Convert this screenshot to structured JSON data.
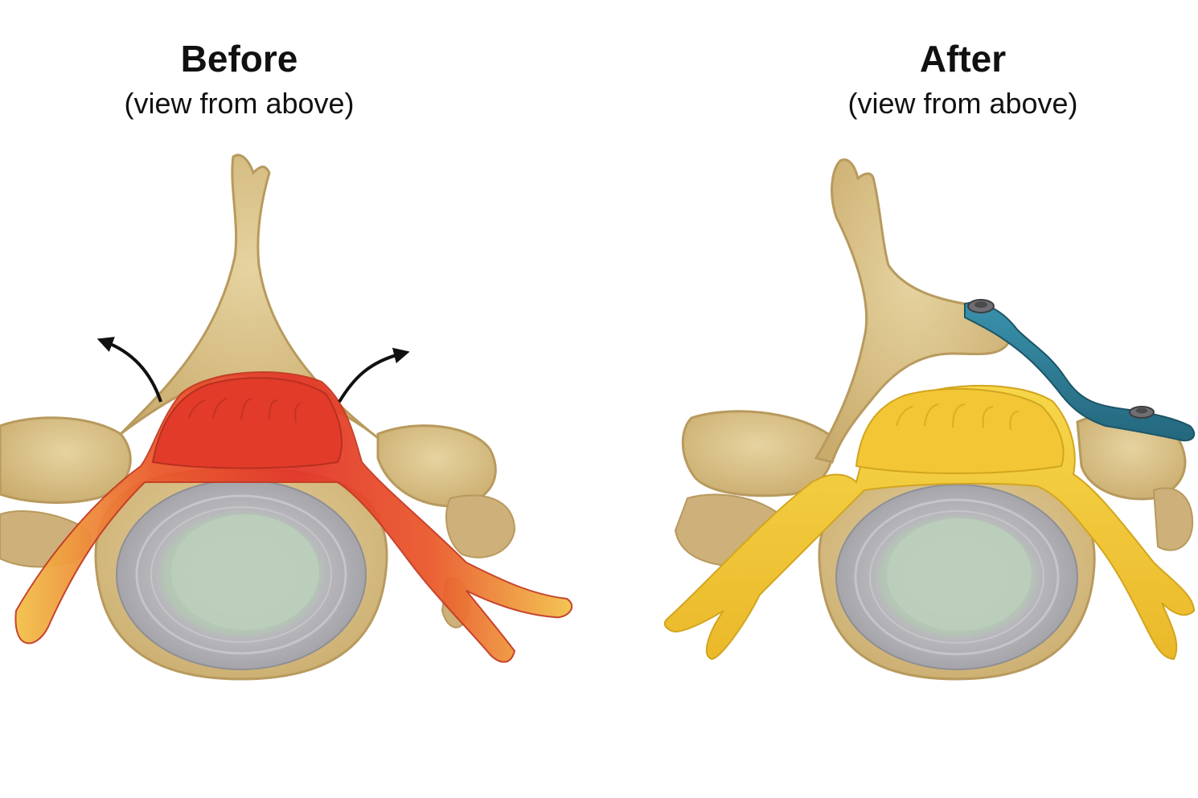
{
  "panels": [
    {
      "title": "Before",
      "subtitle": "(view from above)",
      "state": "compressed",
      "cord_color": "#e2452b",
      "arrows": 2
    },
    {
      "title": "After",
      "subtitle": "(view from above)",
      "state": "decompressed",
      "cord_color": "#f2c634",
      "implant_color": "#2d7d96"
    }
  ],
  "colors": {
    "bone": "#d9c08a",
    "bone_shadow": "#b89a5e",
    "disc_ring": "#a9a9a9",
    "disc_core": "#b9cdb9"
  }
}
